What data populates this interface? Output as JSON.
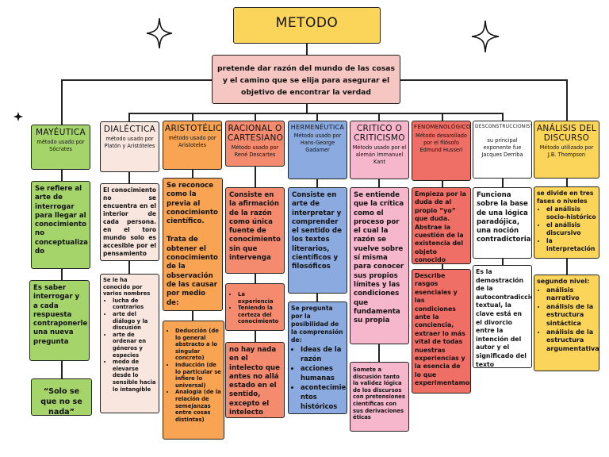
{
  "title": "METODO FILOSÓFICO",
  "main": "pretende dar razón del mundo de las cosas y el camino que se elija para asegurar el objetivo de encontrar la verdad",
  "columns": [
    {
      "name": "MAYÉUTICA",
      "sub": "método usado por Sócrates",
      "blocks": [
        "Se refiere al arte de interrogar para llegar al conocimiento no conceptualiza do",
        "Es saber interrogar y a cada respuesta contraponerle una nueva pregunta",
        "“Solo se que no se nada”"
      ]
    },
    {
      "name": "DIALÉCTICA",
      "sub": "método usado por Platón y Aristóteles",
      "blocks": [
        "El conocimiento no se encuentra en el interior de cada persona. en el toro mundo solo es accesible por el pensamiento"
      ],
      "list_intro": "Se le ha conocido por varios nombres",
      "list": [
        "lucha de contrarios",
        "arte del diálogo y la discusión",
        "arte de ordenar en géneros y especies",
        "modo de elevarse desde lo sensible hacia lo intangible"
      ]
    },
    {
      "name": "ARISTOTÉLICO",
      "sub": "método usado por Aristoteles",
      "blocks": [
        "Se reconoce como la previa al conocimiento científico.",
        "Trata de obtener el conocimiento de la observación de las causar por medio de:"
      ],
      "list": [
        "Deducción (de lo general abstracto a lo singular concreto)",
        "Inducción (de lo particular se infiere lo universal)",
        "Analogía (de la relación de semejanzas entre cosas distintas)"
      ]
    },
    {
      "name": "RACIONAL O CARTESIANO",
      "sub": "Método usado por René Descartes",
      "blocks": [
        "Consiste en la afirmación de la razón como única fuente de conocimiento sin que intervenga",
        "no hay nada en el intelecto que antes no allá estado en el sentido, excepto el intelecto mismo."
      ],
      "list": [
        "La experiencia",
        "Teniendo la certeza del conocimiento"
      ]
    },
    {
      "name": "HERMENÉUTICA",
      "sub": "Método usado por Hans-George Gadamer",
      "blocks": [
        "Consiste en arte de interpretar y comprender el sentido de los textos literarios, científicos y filosóficos",
        "Se pregunta por la posibilidad de la comprensión de:"
      ],
      "list": [
        "Ideas de la razón",
        "acciones humanas",
        "acontecimie ntos históricos"
      ]
    },
    {
      "name": "CRITICO O CRITICISMO",
      "sub": "Método usado por el alemán Immanuel Kant",
      "blocks": [
        "Se entiende que la crítica como el proceso por el cual la razón se vuelve sobre sí misma para conocer sus propios límites y las condiciones que fundamenta su propia",
        "Somete a discusión tanto la validez lógica de los discursos con pretensiones científicas con sus derivaciones éticas"
      ]
    },
    {
      "name": "FENOMENOLÓGICO",
      "sub": "Método desarollado por el filósofo Edmund Husseri",
      "blocks": [
        "Empieza por la duda de al propio “yo” que duda. Abstrae la cuestión de la existencia del objeto conocido",
        "Describe rasgos esenciales y las condiciones ante la conciencia, extraer lo más vital de todas nuestras experiencias y la esencia de lo que experimentamos"
      ]
    },
    {
      "name": "DESCONSTRUCCIONISTA",
      "sub": "su principal exponente fue Jacques Derriba",
      "blocks": [
        "Funciona sobre la base de una lógica paradójica, una noción contradictoria",
        "Es la demostración de la autocontradicción textual, la clave está en el divorcio entre la intención del autor y el significado del texto"
      ]
    },
    {
      "name": "ANÁLISIS DEL DISCURSO",
      "sub": "Método utilizado por J.B. Thompson",
      "list_intro": "se divide en tres fases o niveles",
      "list": [
        "el análisis socio-histórico",
        "el análisis discursivo",
        "la interpretación"
      ],
      "list2_intro": "segundo nivel:",
      "list2": [
        "análisis narrativo",
        "análisis de la estructura sintáctica",
        "análisis de la estructura argumentativa"
      ]
    }
  ]
}
